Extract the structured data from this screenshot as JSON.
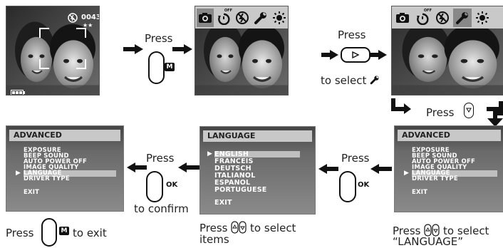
{
  "step1": {
    "counter": "0043",
    "stars": "★★",
    "press_label": "Press",
    "key_m": "M"
  },
  "step2": {
    "icons": [
      "camera-icon",
      "self-timer-icon",
      "flash-off-icon",
      "setup-wrench-icon",
      "brightness-icon"
    ],
    "timer_sub": "OFF",
    "press_label": "Press",
    "select_text": "to select"
  },
  "step3": {
    "press_label": "Press"
  },
  "menu_right": {
    "title": "ADVANCED",
    "items": [
      "EXPOSURE",
      "BEEP SOUND",
      "AUTO POWER OFF",
      "IMAGE QUALITY",
      "LANGUAGE",
      "DRIVER TYPE",
      "EXIT"
    ],
    "selected": "LANGUAGE",
    "caption_line1": "Press",
    "caption_line1b": "to select",
    "caption_line2": "“LANGUAGE”",
    "press_label": "Press",
    "ok": "OK"
  },
  "menu_mid": {
    "title": "LANGUAGE",
    "items": [
      "ENGLISH",
      "FRANCEIS",
      "DEUTSCH",
      "ITALIANOL",
      "ESPANOL",
      "PORTUGUESE",
      "EXIT"
    ],
    "selected": "ENGLISH",
    "caption_line1": "Press",
    "caption_line1b": "to select",
    "caption_line2": "items",
    "press_label": "Press",
    "ok": "OK",
    "confirm": "to confirm"
  },
  "menu_left": {
    "title": "ADVANCED",
    "items": [
      "EXPOSURE",
      "BEEP SOUND",
      "AUTO POWER OFF",
      "IMAGE QUALITY",
      "LANGUAGE",
      "DRIVER TYPE",
      "EXIT"
    ],
    "selected": "LANGUAGE",
    "caption_press": "Press",
    "caption_exit": "to exit",
    "key_m": "M"
  }
}
